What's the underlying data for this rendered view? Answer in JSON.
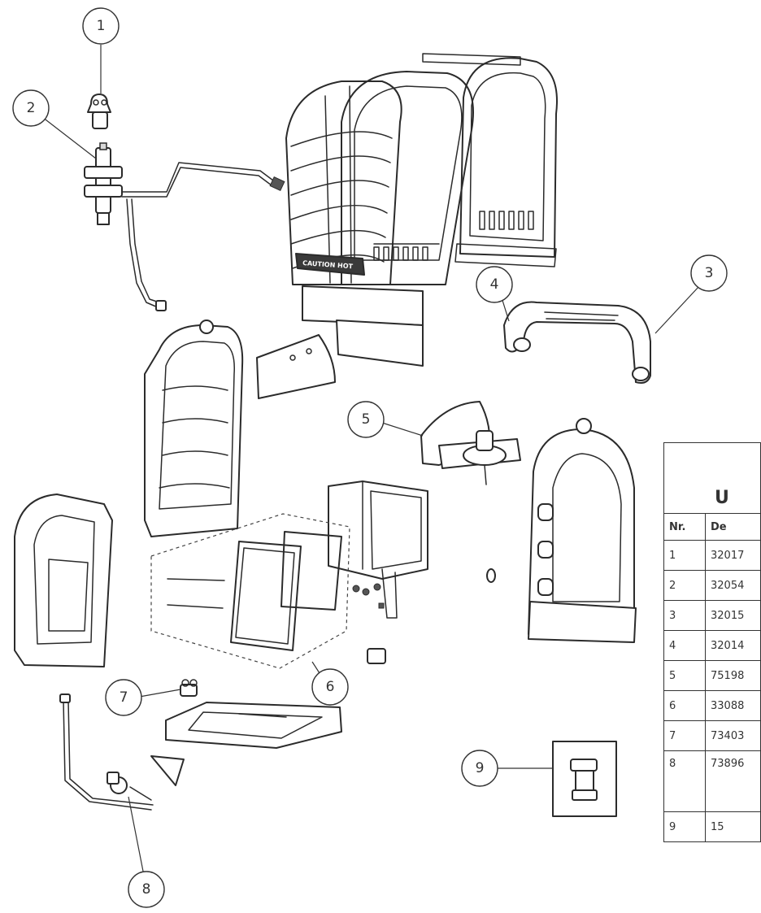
{
  "callouts": [
    {
      "id": "1",
      "label": "1"
    },
    {
      "id": "2",
      "label": "2"
    },
    {
      "id": "3",
      "label": "3"
    },
    {
      "id": "4",
      "label": "4"
    },
    {
      "id": "5",
      "label": "5"
    },
    {
      "id": "6",
      "label": "6"
    },
    {
      "id": "7",
      "label": "7"
    },
    {
      "id": "8",
      "label": "8"
    },
    {
      "id": "9",
      "label": "9"
    }
  ],
  "warning_label": "CAUTION HOT",
  "parts_table": {
    "title": "U",
    "headers": {
      "nr": "Nr.",
      "desc": "De"
    },
    "rows": [
      {
        "nr": "1",
        "code": "32017"
      },
      {
        "nr": "2",
        "code": "32054"
      },
      {
        "nr": "3",
        "code": "32015"
      },
      {
        "nr": "4",
        "code": "32014"
      },
      {
        "nr": "5",
        "code": "75198"
      },
      {
        "nr": "6",
        "code": "33088"
      },
      {
        "nr": "7",
        "code": "73403"
      },
      {
        "nr": "8",
        "code": "73896"
      },
      {
        "nr": "9",
        "code": "15"
      }
    ]
  }
}
